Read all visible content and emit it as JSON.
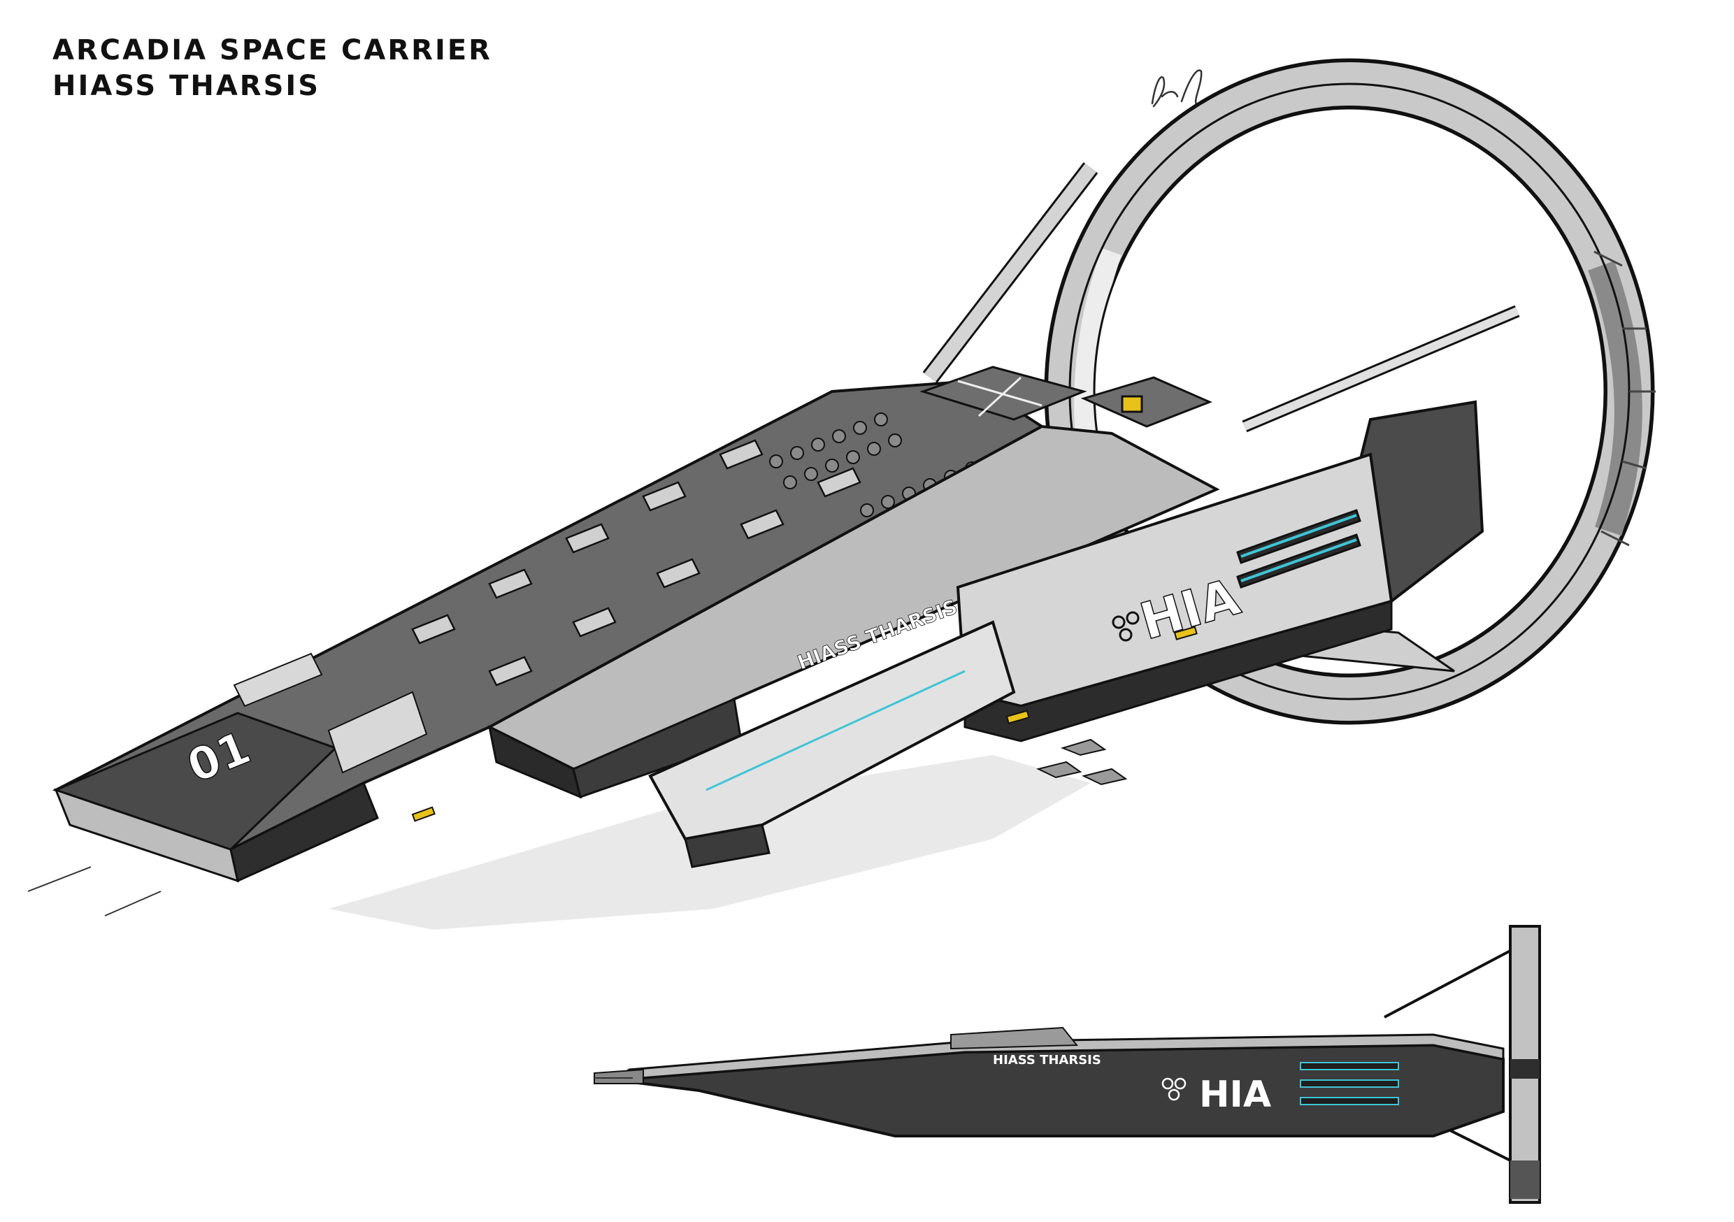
{
  "sheet": {
    "title_line_1": "ARCADIA SPACE CARRIER",
    "title_line_2": "HIASS THARSIS",
    "signature": "signature"
  },
  "ship_main": {
    "hull_name": "HIASS THARSIS",
    "hull_code": "HIA",
    "deck_marking": "01"
  },
  "ship_side": {
    "hull_name": "HIASS THARSIS",
    "hull_code": "HIA"
  },
  "colors": {
    "ink": "#111111",
    "hull_light": "#d8d8d8",
    "hull_mid": "#9a9a9a",
    "hull_dark": "#3a3a3a",
    "deck": "#5c5c5c",
    "accent_cyan": "#3fc4d6",
    "accent_yellow": "#e8c21a",
    "shadow": "#e6e6e6"
  }
}
